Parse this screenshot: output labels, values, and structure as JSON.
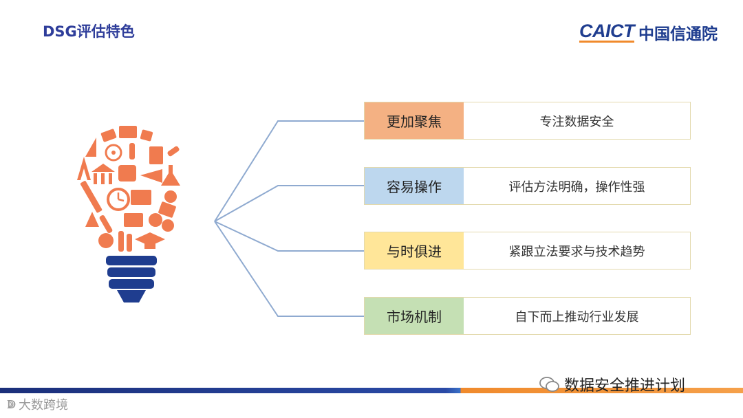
{
  "slide": {
    "title": "DSG评估特色"
  },
  "logo": {
    "brand": "CAICT",
    "org": "中国信通院"
  },
  "features": [
    {
      "label": "更加聚焦",
      "desc": "专注数据安全",
      "color": "#f4b183"
    },
    {
      "label": "容易操作",
      "desc": "评估方法明确，操作性强",
      "color": "#bdd7ee"
    },
    {
      "label": "与时俱进",
      "desc": "紧跟立法要求与技术趋势",
      "color": "#ffe699"
    },
    {
      "label": "市场机制",
      "desc": "自下而上推动行业发展",
      "color": "#c5e0b4"
    }
  ],
  "footer": {
    "left_watermark": "大数跨境",
    "right_account": "数据安全推进计划"
  },
  "colors": {
    "title": "#2e3d9a",
    "bulb_icons": "#f07b4f",
    "bulb_base": "#1f3d8f",
    "connector": "#8faad0"
  }
}
